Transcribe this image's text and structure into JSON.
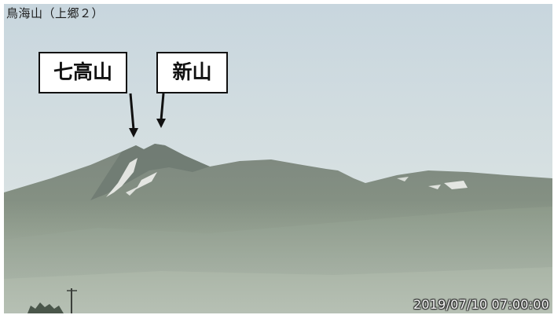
{
  "camera": {
    "title": "鳥海山（上郷２）",
    "timestamp": "2019/07/10 07:00:00"
  },
  "annotations": [
    {
      "label": "七高山"
    },
    {
      "label": "新山"
    }
  ],
  "colors": {
    "sky_top": "#c9d7df",
    "sky_bottom": "#dfe7e6",
    "mountain_far": "#7f8a82",
    "mountain_near": "#8a9988",
    "snow": "#eef0ec",
    "label_border": "#111111"
  }
}
